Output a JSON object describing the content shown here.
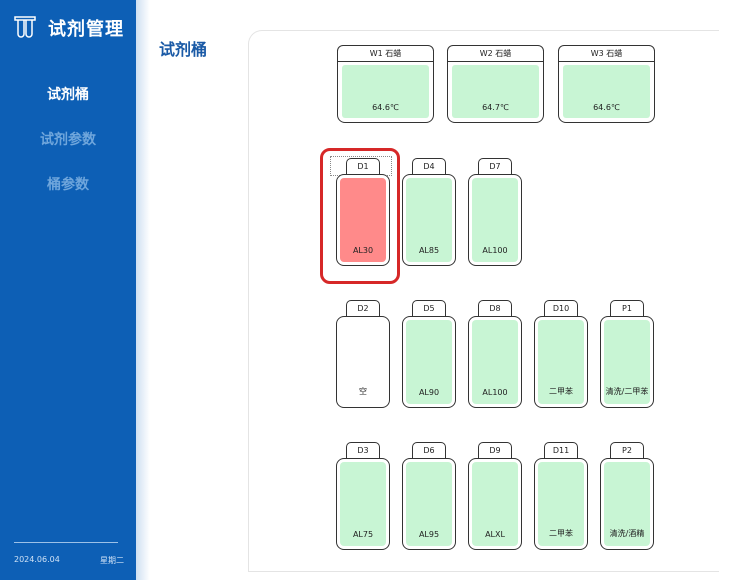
{
  "app": {
    "title": "试剂管理"
  },
  "sidebar": {
    "items": [
      {
        "label": "试剂桶",
        "active": true
      },
      {
        "label": "试剂参数",
        "active": false
      },
      {
        "label": "桶参数",
        "active": false
      }
    ],
    "footer": {
      "date": "2024.06.04",
      "weekday": "星期二"
    }
  },
  "main": {
    "title": "试剂桶"
  },
  "colors": {
    "sidebar": "#0d5fb5",
    "fill_green": "#c8f5d4",
    "fill_red": "#ff8a8a",
    "selection": "#d62828"
  },
  "wax_tanks": [
    {
      "label": "W1 石蜡",
      "temp": "64.6℃"
    },
    {
      "label": "W2 石蜡",
      "temp": "64.7℃"
    },
    {
      "label": "W3 石蜡",
      "temp": "64.6℃"
    }
  ],
  "buckets": {
    "row1": [
      {
        "id": "D1",
        "text": "AL30",
        "state": "alert",
        "selected": true
      },
      {
        "id": "D4",
        "text": "AL85",
        "state": "filled"
      },
      {
        "id": "D7",
        "text": "AL100",
        "state": "filled"
      }
    ],
    "row2": [
      {
        "id": "D2",
        "text": "空",
        "state": "empty"
      },
      {
        "id": "D5",
        "text": "AL90",
        "state": "filled"
      },
      {
        "id": "D8",
        "text": "AL100",
        "state": "filled"
      },
      {
        "id": "D10",
        "text": "二甲苯",
        "state": "filled"
      },
      {
        "id": "P1",
        "text": "清洗/二甲苯",
        "state": "filled"
      }
    ],
    "row3": [
      {
        "id": "D3",
        "text": "AL75",
        "state": "filled"
      },
      {
        "id": "D6",
        "text": "AL95",
        "state": "filled"
      },
      {
        "id": "D9",
        "text": "ALXL",
        "state": "filled"
      },
      {
        "id": "D11",
        "text": "二甲苯",
        "state": "filled"
      },
      {
        "id": "P2",
        "text": "清洗/酒精",
        "state": "filled"
      }
    ]
  }
}
